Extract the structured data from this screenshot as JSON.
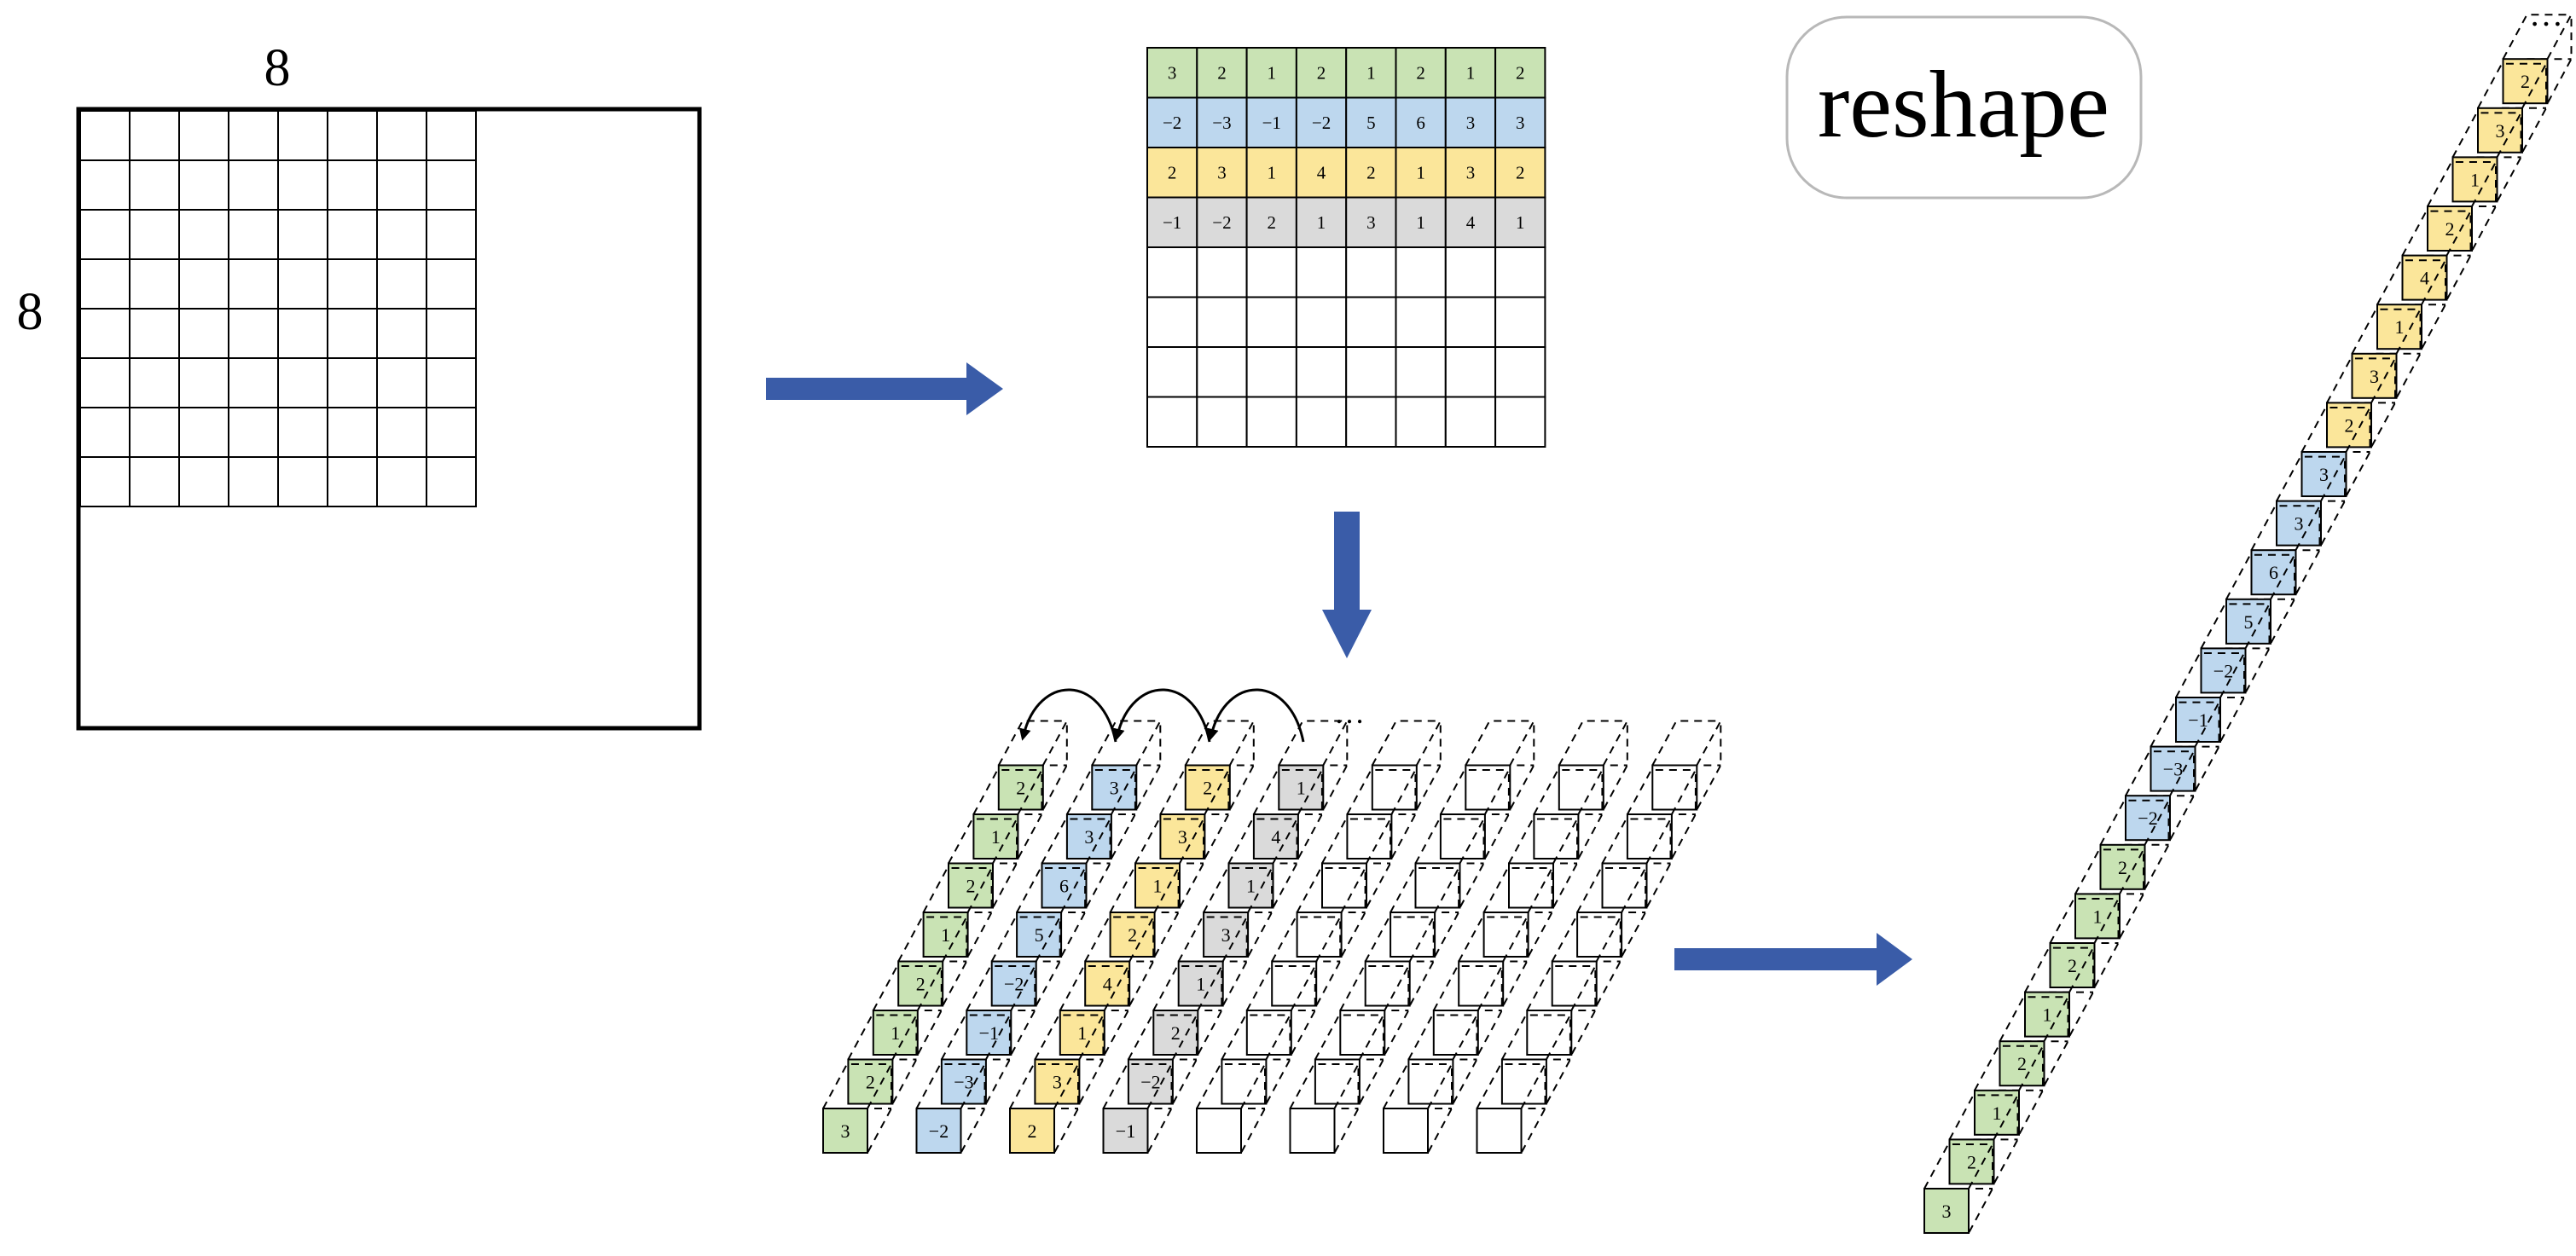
{
  "image_block": {
    "top_label": "8",
    "left_label": "8",
    "grid_rows": 8,
    "grid_cols": 8
  },
  "matrix": {
    "rows": [
      [
        "3",
        "2",
        "1",
        "2",
        "1",
        "2",
        "1",
        "2"
      ],
      [
        "−2",
        "−3",
        "−1",
        "−2",
        "5",
        "6",
        "3",
        "3"
      ],
      [
        "2",
        "3",
        "1",
        "4",
        "2",
        "1",
        "3",
        "2"
      ],
      [
        "−1",
        "−2",
        "2",
        "1",
        "3",
        "1",
        "4",
        "1"
      ],
      [
        "",
        "",
        "",
        "",
        "",
        "",
        "",
        ""
      ],
      [
        "",
        "",
        "",
        "",
        "",
        "",
        "",
        ""
      ],
      [
        "",
        "",
        "",
        "",
        "",
        "",
        "",
        ""
      ],
      [
        "",
        "",
        "",
        "",
        "",
        "",
        "",
        ""
      ]
    ],
    "row_colors": [
      "#c9e3b4",
      "#bdd7ee",
      "#fbe69a",
      "#dadada",
      "#ffffff",
      "#ffffff",
      "#ffffff",
      "#ffffff"
    ]
  },
  "reshape_label": "reshape",
  "ellipsis_middle": "…",
  "ellipsis_right": "…",
  "cube_columns": [
    {
      "color": "#c9e3b4",
      "values": [
        "3",
        "2",
        "1",
        "2",
        "1",
        "2",
        "1",
        "2"
      ]
    },
    {
      "color": "#bdd7ee",
      "values": [
        "−2",
        "−3",
        "−1",
        "−2",
        "5",
        "6",
        "3",
        "3"
      ]
    },
    {
      "color": "#fbe69a",
      "values": [
        "2",
        "3",
        "1",
        "4",
        "2",
        "1",
        "3",
        "2"
      ]
    },
    {
      "color": "#dadada",
      "values": [
        "−1",
        "−2",
        "2",
        "1",
        "3",
        "1",
        "4",
        "1"
      ]
    },
    {
      "color": "#ffffff",
      "values": [
        "",
        "",
        "",
        "",
        "",
        "",
        "",
        ""
      ]
    },
    {
      "color": "#ffffff",
      "values": [
        "",
        "",
        "",
        "",
        "",
        "",
        "",
        ""
      ]
    },
    {
      "color": "#ffffff",
      "values": [
        "",
        "",
        "",
        "",
        "",
        "",
        "",
        ""
      ]
    },
    {
      "color": "#ffffff",
      "values": [
        "",
        "",
        "",
        "",
        "",
        "",
        "",
        ""
      ]
    }
  ],
  "column_order": [
    {
      "color": "#c9e3b4",
      "values": [
        "3",
        "2",
        "1",
        "2",
        "1",
        "2",
        "1",
        "2"
      ]
    },
    {
      "color": "#bdd7ee",
      "values": [
        "−2",
        "−3",
        "−1",
        "−2",
        "5",
        "6",
        "3",
        "3"
      ]
    },
    {
      "color": "#fbe69a",
      "values": [
        "2",
        "3",
        "1",
        "4",
        "2",
        "1",
        "3",
        "2"
      ]
    }
  ],
  "colors": {
    "arrow": "#3a5ca8",
    "line": "#000000"
  }
}
